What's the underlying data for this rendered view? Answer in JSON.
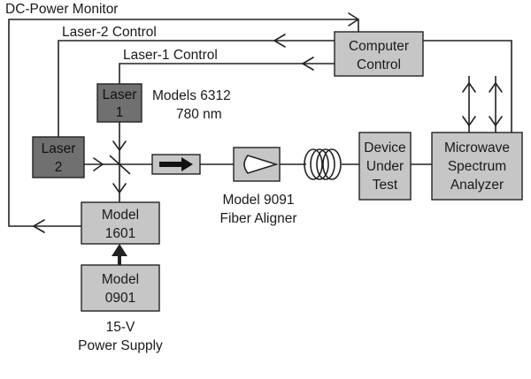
{
  "signals": {
    "dc_power_monitor": "DC-Power Monitor",
    "laser2_control": "Laser-2 Control",
    "laser1_control": "Laser-1 Control"
  },
  "blocks": {
    "computer_control": [
      "Computer",
      "Control"
    ],
    "laser1": [
      "Laser",
      "1"
    ],
    "laser2": [
      "Laser",
      "2"
    ],
    "model_1601": [
      "Model",
      "1601"
    ],
    "model_0901": [
      "Model",
      "0901"
    ],
    "device_under_test": [
      "Device",
      "Under",
      "Test"
    ],
    "microwave_spectrum_analyzer": [
      "Microwave",
      "Spectrum",
      "Analyzer"
    ]
  },
  "captions": {
    "laser_models": [
      "Models 6312",
      "780 nm"
    ],
    "fiber_aligner": [
      "Model 9091",
      "Fiber Aligner"
    ],
    "power_supply": [
      "15-V",
      "Power Supply"
    ]
  },
  "colors": {
    "light_block": "#c6c6c6",
    "dark_block": "#707070",
    "line": "#222222"
  }
}
